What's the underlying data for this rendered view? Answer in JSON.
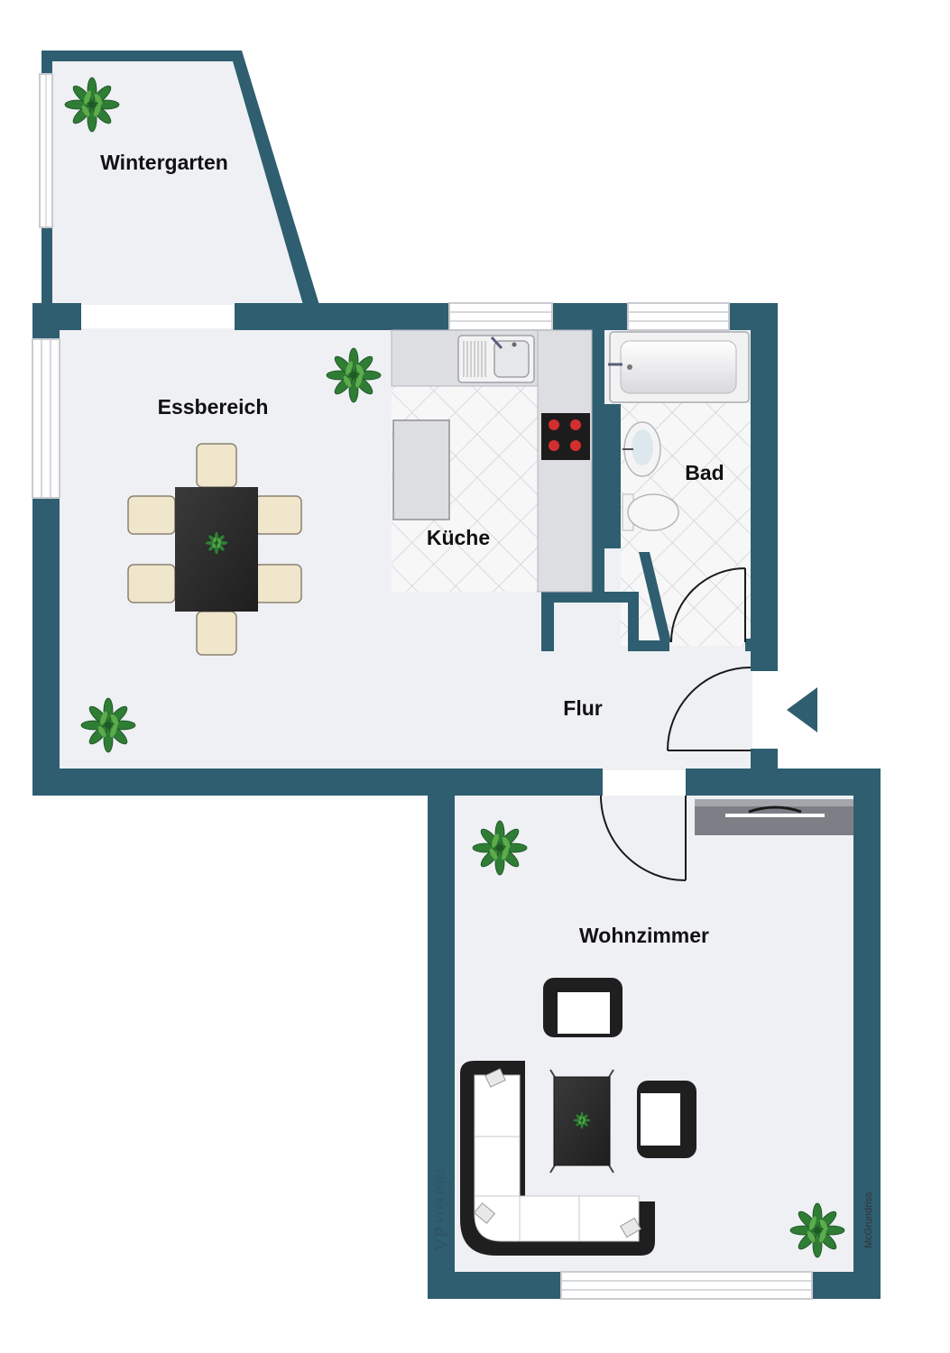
{
  "colors": {
    "wall": "#2f5e70",
    "floor": "#eef0f4",
    "tile": "#d0d2d6",
    "counter": "#d9dadd",
    "dark_furniture": "#2a2a2a",
    "chair": "#efe6cc",
    "plant": "#2e7d32",
    "background": "#ffffff"
  },
  "rooms": {
    "wintergarten": "Wintergarten",
    "essbereich": "Essbereich",
    "kueche": "Küche",
    "bad": "Bad",
    "flur": "Flur",
    "wohnzimmer": "Wohnzimmer"
  },
  "brand": {
    "initials": "VP",
    "name": "VON POLL",
    "sub": "IMMOBILIEN"
  },
  "credit": "McGrundriss",
  "icons": {
    "plant": "plant-icon",
    "entrance": "entrance-arrow-icon"
  }
}
